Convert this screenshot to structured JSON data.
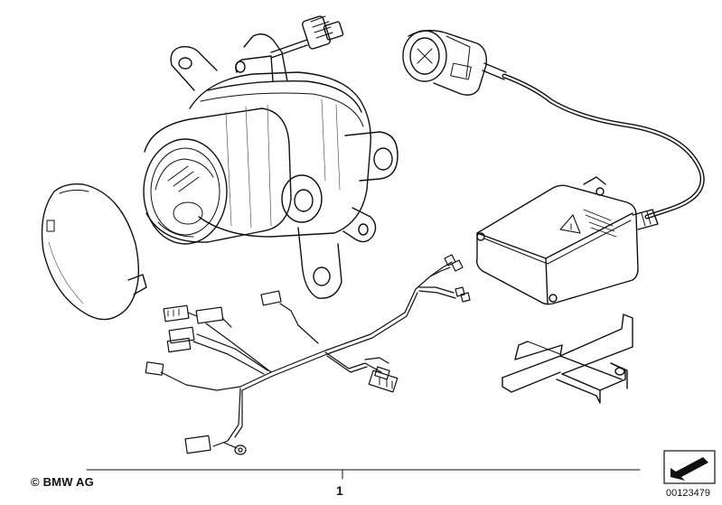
{
  "footer": {
    "copyright": "© BMW AG",
    "part_number": "1",
    "diagram_id": "00123479"
  },
  "icons": {
    "nav": "arrow-down-left-icon"
  }
}
